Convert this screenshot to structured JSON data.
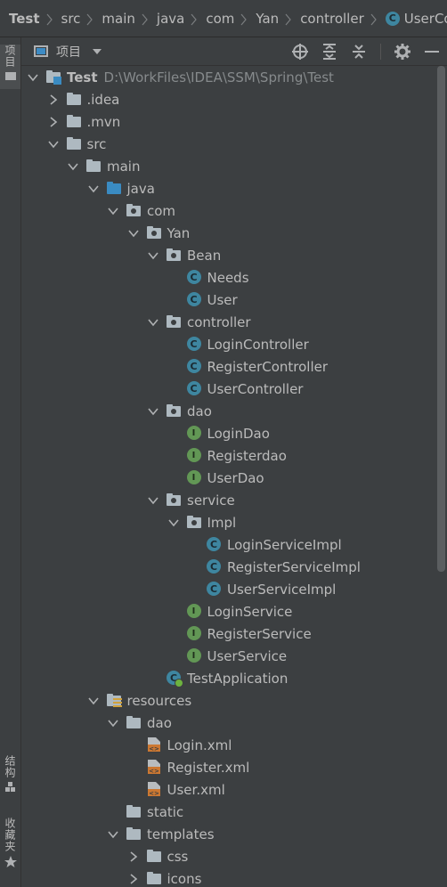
{
  "breadcrumb": [
    "Test",
    "src",
    "main",
    "java",
    "com",
    "Yan",
    "controller",
    "UserController"
  ],
  "breadcrumb_last_icon": "class-icon",
  "sidebar": {
    "top_tab": "项目",
    "bottom_tabs": [
      "结构",
      "收藏夹"
    ]
  },
  "toolbar": {
    "title": "项目",
    "icons": [
      "locate-icon",
      "expand-all-icon",
      "collapse-all-icon",
      "settings-icon",
      "minimize-icon"
    ]
  },
  "tree": {
    "root_path": "D:\\WorkFiles\\IDEA\\SSM\\Spring\\Test",
    "items": [
      {
        "label": "Test",
        "level": 0,
        "icon": "module-folder-icon",
        "expanded": true
      },
      {
        "label": ".idea",
        "level": 1,
        "icon": "folder-icon",
        "expanded": false
      },
      {
        "label": ".mvn",
        "level": 1,
        "icon": "folder-icon",
        "expanded": false
      },
      {
        "label": "src",
        "level": 1,
        "icon": "folder-icon",
        "expanded": true
      },
      {
        "label": "main",
        "level": 2,
        "icon": "folder-icon",
        "expanded": true
      },
      {
        "label": "java",
        "level": 3,
        "icon": "source-folder-icon",
        "expanded": true
      },
      {
        "label": "com",
        "level": 4,
        "icon": "package-icon",
        "expanded": true
      },
      {
        "label": "Yan",
        "level": 5,
        "icon": "package-icon",
        "expanded": true
      },
      {
        "label": "Bean",
        "level": 6,
        "icon": "package-icon",
        "expanded": true
      },
      {
        "label": "Needs",
        "level": 7,
        "icon": "class-icon"
      },
      {
        "label": "User",
        "level": 7,
        "icon": "class-icon"
      },
      {
        "label": "controller",
        "level": 6,
        "icon": "package-icon",
        "expanded": true
      },
      {
        "label": "LoginController",
        "level": 7,
        "icon": "class-icon"
      },
      {
        "label": "RegisterController",
        "level": 7,
        "icon": "class-icon"
      },
      {
        "label": "UserController",
        "level": 7,
        "icon": "class-icon"
      },
      {
        "label": "dao",
        "level": 6,
        "icon": "package-icon",
        "expanded": true
      },
      {
        "label": "LoginDao",
        "level": 7,
        "icon": "interface-icon"
      },
      {
        "label": "Registerdao",
        "level": 7,
        "icon": "interface-icon"
      },
      {
        "label": "UserDao",
        "level": 7,
        "icon": "interface-icon"
      },
      {
        "label": "service",
        "level": 6,
        "icon": "package-icon",
        "expanded": true
      },
      {
        "label": "Impl",
        "level": 7,
        "icon": "package-icon",
        "expanded": true
      },
      {
        "label": "LoginServiceImpl",
        "level": 8,
        "icon": "class-icon"
      },
      {
        "label": "RegisterServiceImpl",
        "level": 8,
        "icon": "class-icon"
      },
      {
        "label": "UserServiceImpl",
        "level": 8,
        "icon": "class-icon"
      },
      {
        "label": "LoginService",
        "level": 7,
        "icon": "interface-icon"
      },
      {
        "label": "RegisterService",
        "level": 7,
        "icon": "interface-icon"
      },
      {
        "label": "UserService",
        "level": 7,
        "icon": "interface-icon"
      },
      {
        "label": "TestApplication",
        "level": 6,
        "icon": "spring-boot-class-icon"
      },
      {
        "label": "resources",
        "level": 3,
        "icon": "resources-folder-icon",
        "expanded": true
      },
      {
        "label": "dao",
        "level": 4,
        "icon": "folder-icon",
        "expanded": true
      },
      {
        "label": "Login.xml",
        "level": 5,
        "icon": "xml-file-icon"
      },
      {
        "label": "Register.xml",
        "level": 5,
        "icon": "xml-file-icon"
      },
      {
        "label": "User.xml",
        "level": 5,
        "icon": "xml-file-icon"
      },
      {
        "label": "static",
        "level": 4,
        "icon": "folder-icon"
      },
      {
        "label": "templates",
        "level": 4,
        "icon": "folder-icon",
        "expanded": true
      },
      {
        "label": "css",
        "level": 5,
        "icon": "folder-icon",
        "expanded": false
      },
      {
        "label": "icons",
        "level": 5,
        "icon": "folder-icon",
        "expanded": false
      }
    ]
  },
  "colors": {
    "background": "#3c3f41",
    "text": "#bbbbbb",
    "class_icon": "#3e86a0",
    "interface_icon": "#629755",
    "source_folder": "#3a8bc2",
    "xml_icon": "#cc7832"
  }
}
